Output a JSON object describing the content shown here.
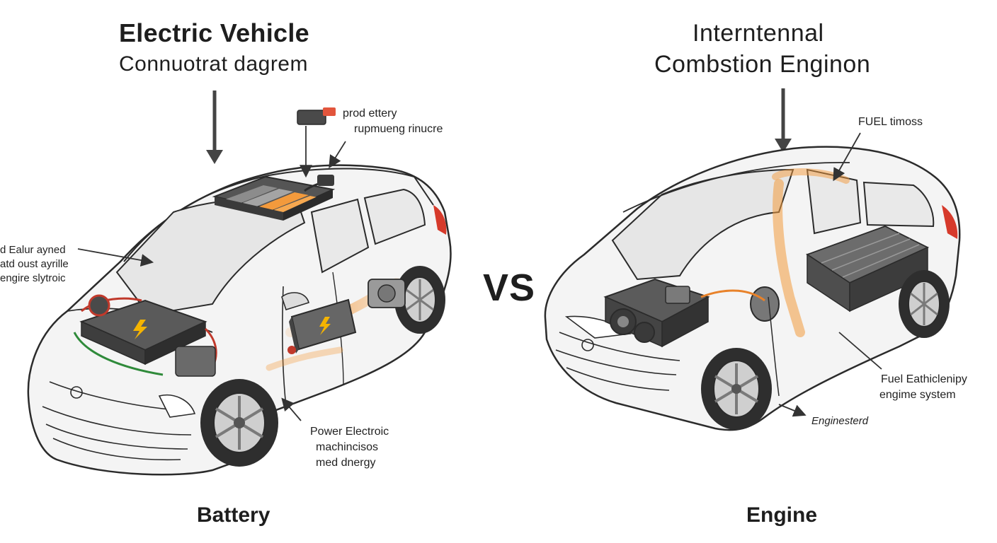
{
  "ev": {
    "title": "Electric Vehicle",
    "subtitle": "Connuotrat dagrem",
    "callouts": {
      "battery_pack_line1": "prod ettery",
      "battery_pack_line2": "rupmueng rinucre",
      "left_line1": "d Ealur ayned",
      "left_line2": "atd oust ayrille",
      "left_line3": "engire slytroic",
      "power_line1": "Power Electroic",
      "power_line2": "machincisos",
      "power_line3": "med dnergy"
    },
    "footer": "Battery"
  },
  "vs_label": "VS",
  "ice": {
    "title_line1": "Interntennal",
    "title_line2": "Combstion Enginon",
    "callouts": {
      "fuel": "FUEL timoss",
      "system_line1": "Fuel Eathiclenipy",
      "system_line2": "engime system",
      "engine_std": "Enginesterd"
    },
    "footer": "Engine"
  },
  "colors": {
    "accent_orange": "#f39a3c",
    "line_dark": "#2b2b2b",
    "body_gray": "#f2f2f2",
    "glass": "#e6e6e6",
    "battery_dark": "#4a4a4a",
    "bolt": "#f5b400",
    "taillight": "#d63a2b"
  }
}
